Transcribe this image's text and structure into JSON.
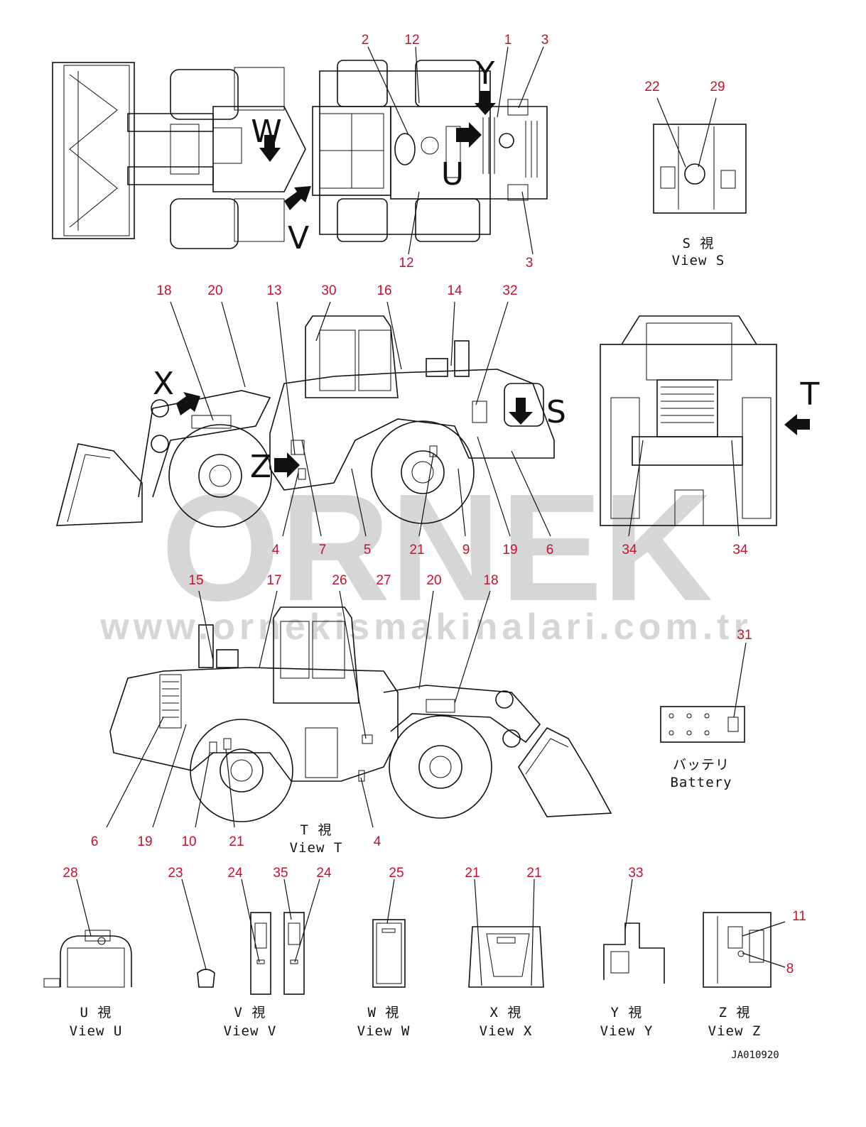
{
  "watermark": {
    "brand": "ORNEK",
    "url": "www.ornekismakinalari.com.tr"
  },
  "view_letters": {
    "v": "V",
    "w": "W",
    "x": "X",
    "y": "Y",
    "z": "Z",
    "s": "S",
    "t": "T",
    "u": "U"
  },
  "view_labels": {
    "s": [
      "S 視",
      "View S"
    ],
    "t": [
      "T 視",
      "View T"
    ],
    "u": [
      "U 視",
      "View U"
    ],
    "v": [
      "V 視",
      "View V"
    ],
    "w": [
      "W 視",
      "View W"
    ],
    "x": [
      "X 視",
      "View X"
    ],
    "y": [
      "Y 視",
      "View Y"
    ],
    "z": [
      "Z 視",
      "View Z"
    ]
  },
  "battery_label": [
    "バッテリ",
    "Battery"
  ],
  "drawing_code": "JA010920",
  "callouts": {
    "top": [
      "2",
      "12",
      "1",
      "3",
      "12",
      "3"
    ],
    "view_s": [
      "22",
      "29"
    ],
    "side_left_top": [
      "18",
      "20",
      "13",
      "30",
      "16",
      "14",
      "32"
    ],
    "side_left_bottom": [
      "4",
      "7",
      "5",
      "21",
      "9",
      "19",
      "6"
    ],
    "rear_bottom": [
      "34",
      "34"
    ],
    "side_right_top": [
      "15",
      "17",
      "26",
      "27",
      "20",
      "18"
    ],
    "side_right_bottom": [
      "6",
      "19",
      "10",
      "21",
      "4"
    ],
    "battery": [
      "31"
    ],
    "details_top": [
      "28",
      "23",
      "24",
      "35",
      "24",
      "25",
      "21",
      "21",
      "33",
      "11"
    ],
    "details_side": [
      "8"
    ]
  }
}
